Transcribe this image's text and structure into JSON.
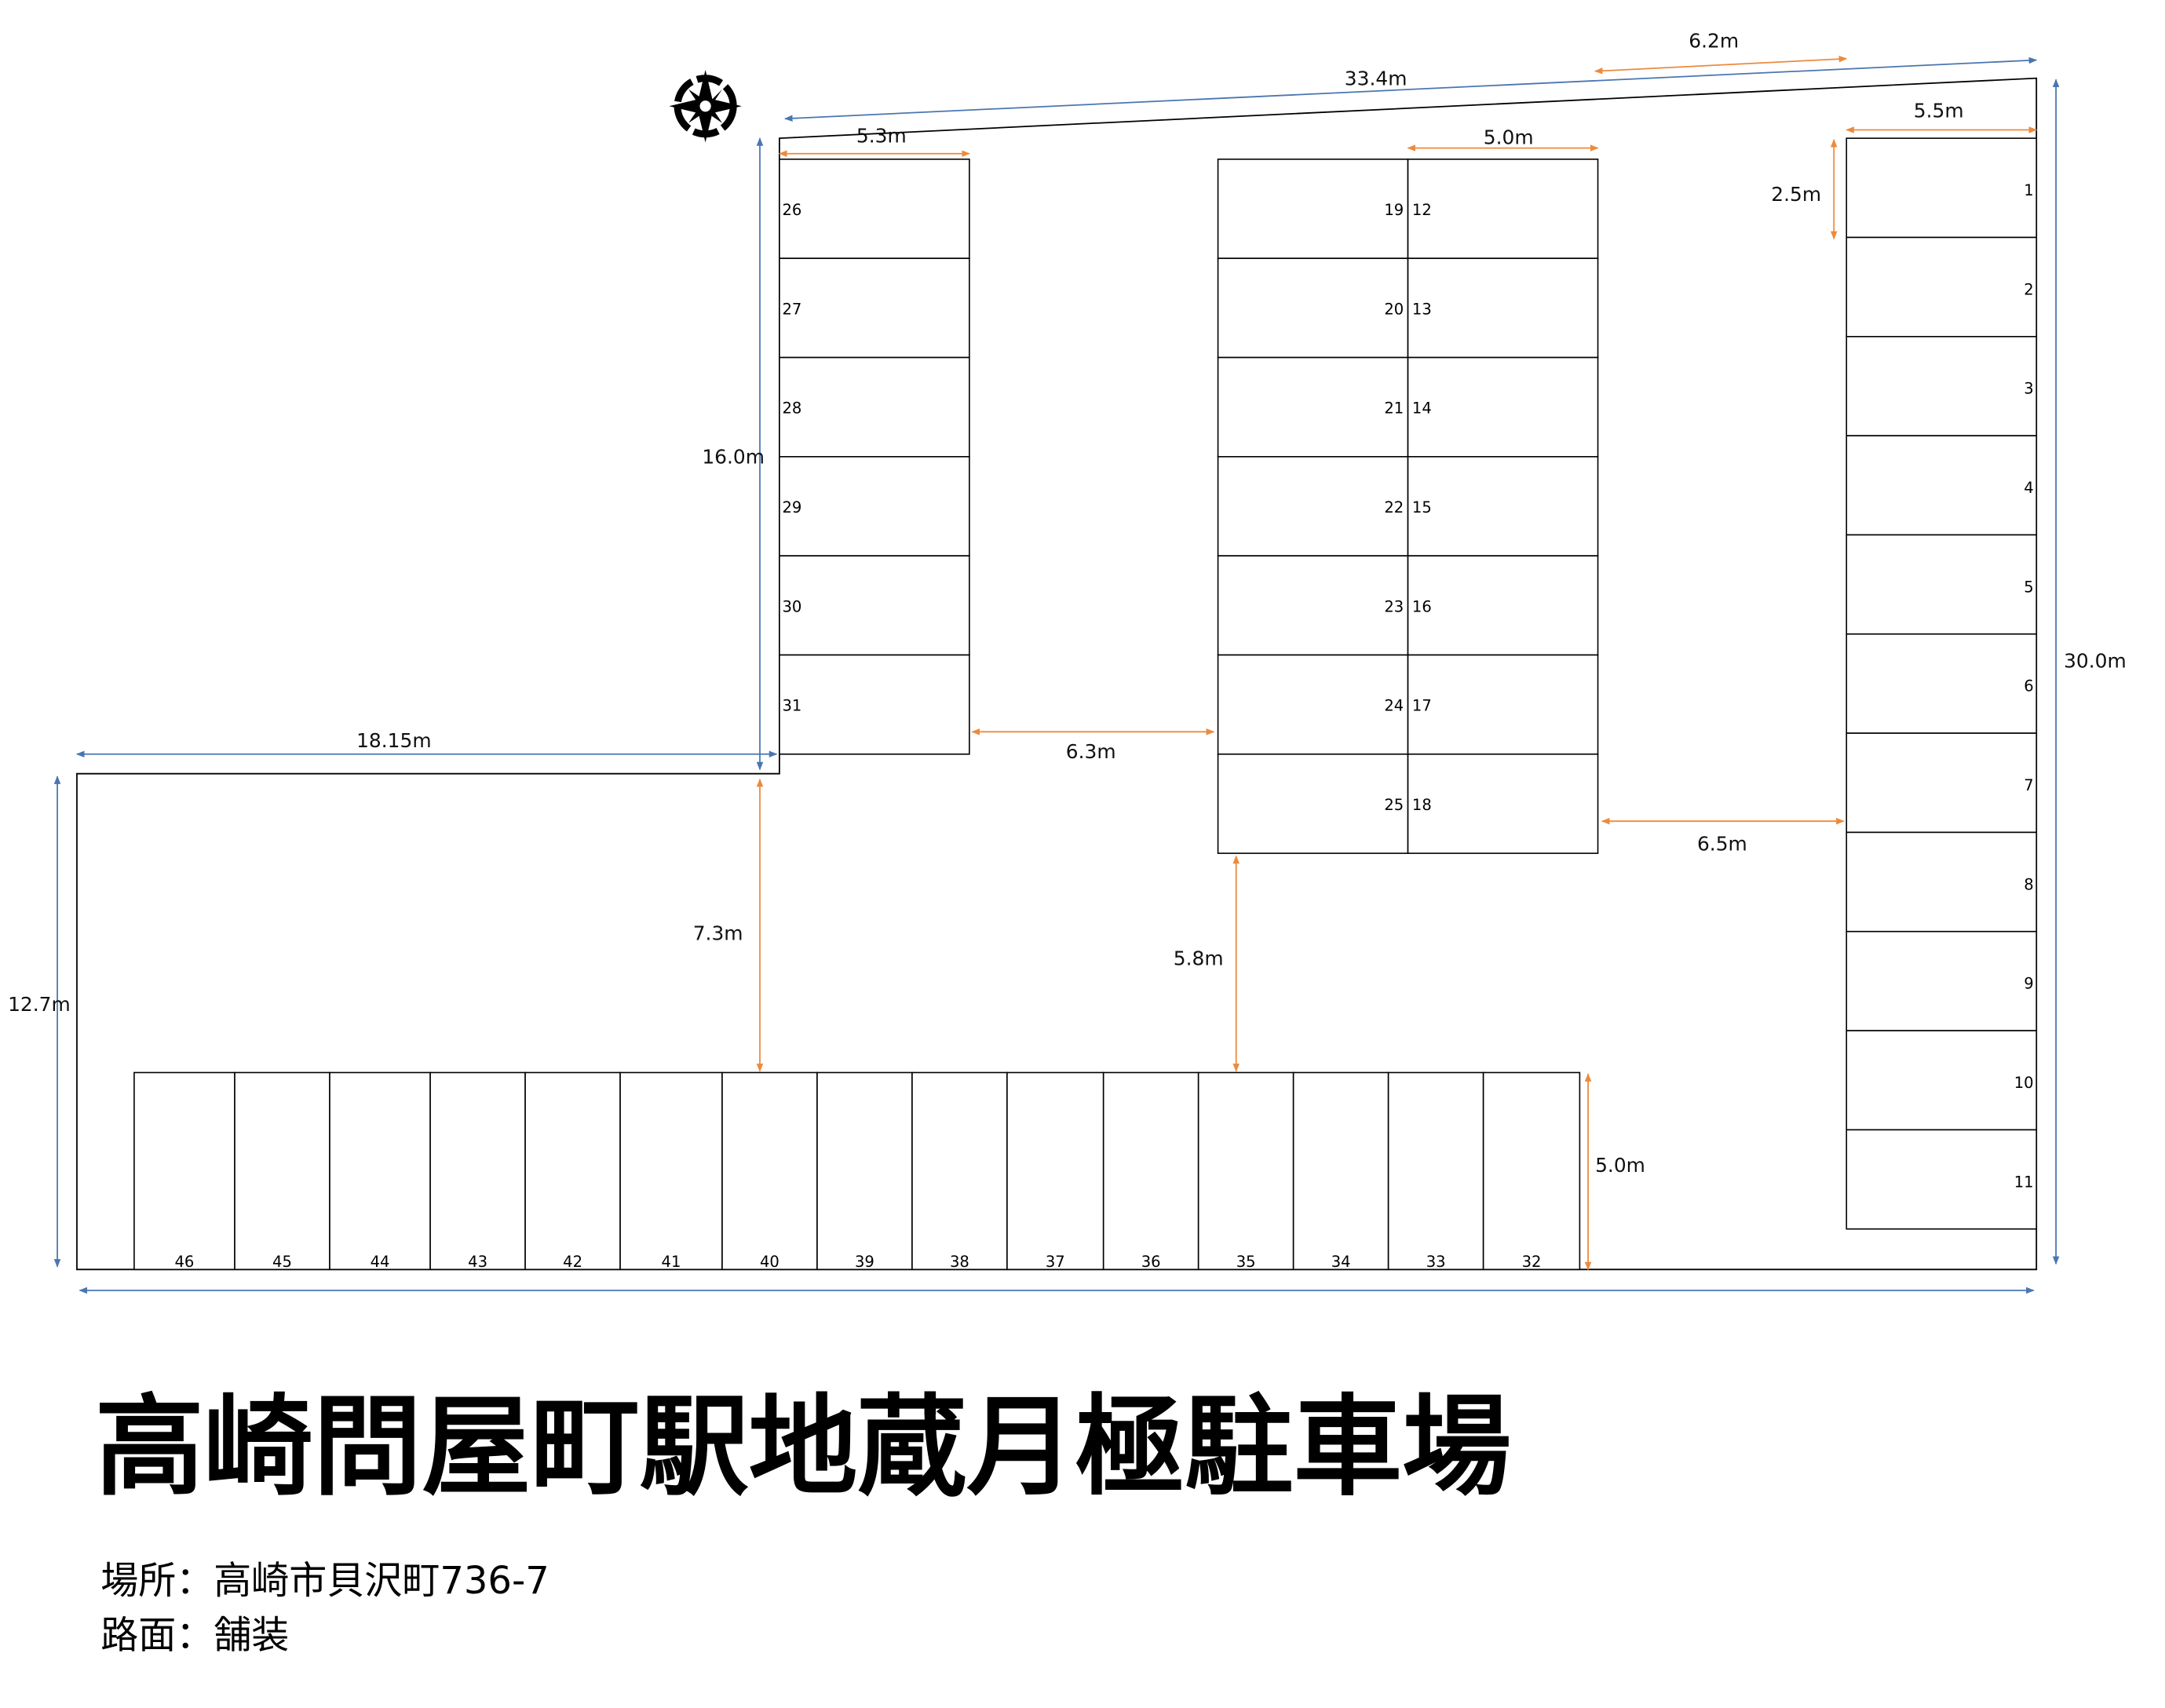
{
  "title": "高崎問屋町駅地蔵月極駐車場",
  "info": {
    "location": "場所：高崎市貝沢町736-7",
    "surface": "路面：舗装"
  },
  "colors": {
    "blue": "#4a76b0",
    "orange": "#ed8a3c",
    "line": "#000000"
  },
  "stalls": {
    "left_column": [
      "26",
      "27",
      "28",
      "29",
      "30",
      "31"
    ],
    "middle_left": [
      "19",
      "20",
      "21",
      "22",
      "23",
      "24",
      "25"
    ],
    "middle_right": [
      "12",
      "13",
      "14",
      "15",
      "16",
      "17",
      "18"
    ],
    "right_column": [
      "1",
      "2",
      "3",
      "4",
      "5",
      "6",
      "7",
      "8",
      "9",
      "10",
      "11"
    ],
    "bottom_row": [
      "46",
      "45",
      "44",
      "43",
      "42",
      "41",
      "40",
      "39",
      "38",
      "37",
      "36",
      "35",
      "34",
      "33",
      "32"
    ]
  },
  "dimensions": {
    "top_total": "33.4m",
    "top_right_offset": "6.2m",
    "right_column_width": "5.5m",
    "stall_length": "2.5m",
    "left_column_width": "5.3m",
    "middle_stall_width": "5.0m",
    "left_height": "16.0m",
    "left_step_width": "18.15m",
    "lower_left_height": "12.7m",
    "right_height": "30.0m",
    "aisle_left_middle": "6.3m",
    "aisle_middle_right": "6.5m",
    "aisle_left_bottom": "7.3m",
    "aisle_middle_bottom": "5.8m",
    "bottom_stall_depth": "5.0m"
  }
}
